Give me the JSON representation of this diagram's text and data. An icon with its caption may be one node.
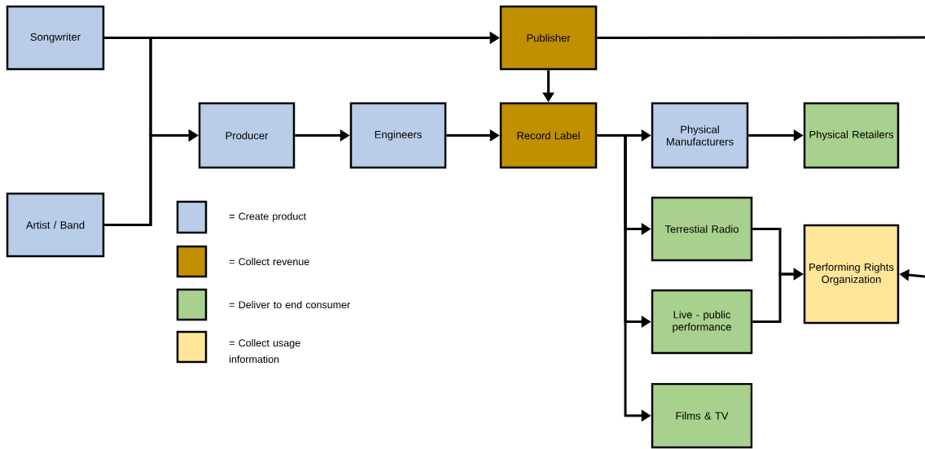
{
  "diagram": {
    "nodes": [
      {
        "text": [
          "Songwriter"
        ]
      },
      {
        "text": [
          "Artist / Band"
        ]
      },
      {
        "text": [
          "Publisher"
        ]
      },
      {
        "text": [
          "Producer"
        ]
      },
      {
        "text": [
          "Engineers"
        ]
      },
      {
        "text": [
          "Record Label"
        ]
      },
      {
        "text": [
          "Physical Manufacturers"
        ]
      },
      {
        "text": [
          "Physical Retailers"
        ]
      },
      {
        "text": [
          "Terrestial Radio"
        ]
      },
      {
        "text": [
          "Performing Rights Organization"
        ]
      },
      {
        "text": [
          "Live - public performance"
        ]
      },
      {
        "text": [
          "Films & TV"
        ]
      }
    ],
    "edges": [
      {
        "from": 0,
        "to": 2,
        "arrow": "to"
      },
      {
        "from": 0,
        "to": 3,
        "arrow": "to"
      },
      {
        "from": 1,
        "to": 3,
        "arrow": "to"
      },
      {
        "from": 1,
        "to": 2,
        "arrow": "to"
      },
      {
        "from": 2,
        "to": null,
        "arrow": "none"
      },
      {
        "from": 2,
        "to": 5,
        "arrow": "to"
      },
      {
        "from": 3,
        "to": 4,
        "arrow": "to"
      },
      {
        "from": 4,
        "to": 5,
        "arrow": "to"
      },
      {
        "from": 5,
        "to": 6,
        "arrow": "to"
      },
      {
        "from": 5,
        "to": 8,
        "arrow": "to"
      },
      {
        "from": 5,
        "to": 10,
        "arrow": "to"
      },
      {
        "from": 5,
        "to": 11,
        "arrow": "to"
      },
      {
        "from": 6,
        "to": 7,
        "arrow": "to"
      },
      {
        "from": 8,
        "to": 9,
        "arrow": "to"
      },
      {
        "from": 10,
        "to": 9,
        "arrow": "to"
      },
      {
        "from": null,
        "to": 9,
        "arrow": "to"
      }
    ],
    "legend": [
      {
        "text": "= Create product",
        "color": "#b9cde9"
      },
      {
        "text": "= Collect revenue",
        "color": "#c09000"
      },
      {
        "text": "= Deliver to end consumer",
        "color": "#a9d18e"
      },
      {
        "text": "= Collect usage information",
        "color": "#ffe699"
      }
    ]
  }
}
